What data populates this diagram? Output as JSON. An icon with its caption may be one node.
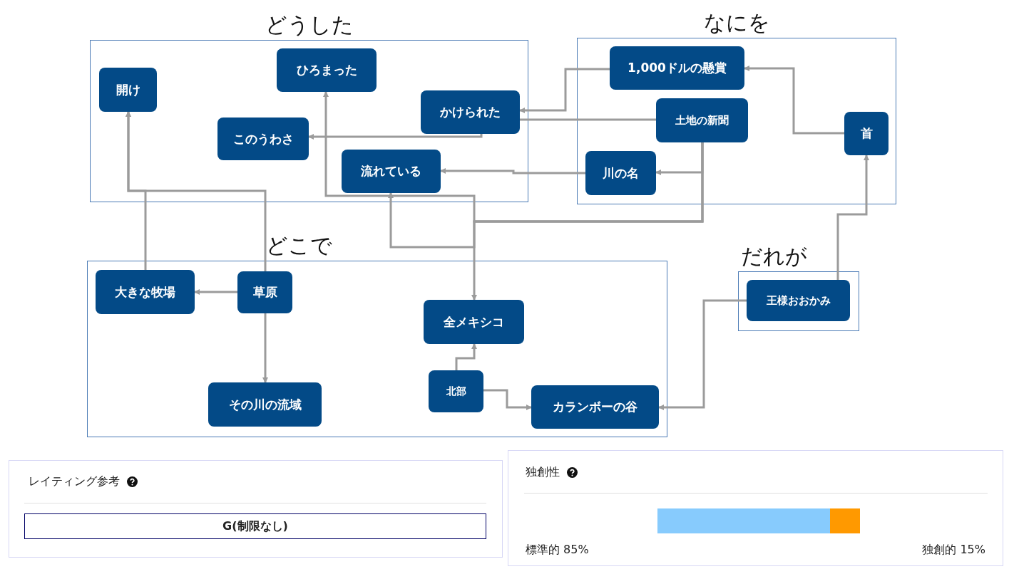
{
  "diagram": {
    "nodes": [
      {
        "text": [
          "どうした"
        ]
      },
      {
        "text": [
          "開け"
        ],
        "in": 0
      },
      {
        "text": [
          "ひろまった"
        ],
        "in": 0
      },
      {
        "text": [
          "かけられた"
        ],
        "in": 0
      },
      {
        "text": [
          "このうわさ"
        ],
        "in": 0
      },
      {
        "text": [
          "流れている"
        ],
        "in": 0
      },
      {
        "text": [
          "なにを"
        ]
      },
      {
        "text": [
          "1,000ドルの懸賞"
        ],
        "in": 6
      },
      {
        "text": [
          "土地の新聞"
        ],
        "in": 6
      },
      {
        "text": [
          "川の名"
        ],
        "in": 6
      },
      {
        "text": [
          "首"
        ],
        "in": 6
      },
      {
        "text": [
          "どこで"
        ]
      },
      {
        "text": [
          "大きな牧場"
        ],
        "in": 11
      },
      {
        "text": [
          "草原"
        ],
        "in": 11
      },
      {
        "text": [
          "全メキシコ"
        ],
        "in": 11
      },
      {
        "text": [
          "北部"
        ],
        "in": 11
      },
      {
        "text": [
          "その川の流域"
        ],
        "in": 11
      },
      {
        "text": [
          "カランボーの谷"
        ],
        "in": 11
      },
      {
        "text": [
          "だれが"
        ]
      },
      {
        "text": [
          "王様おおかみ"
        ],
        "in": 18
      }
    ],
    "edges": [
      {
        "from": 7,
        "to": 3,
        "arrow": "to"
      },
      {
        "from": 10,
        "to": 7,
        "arrow": "to"
      },
      {
        "from": 19,
        "to": 10,
        "arrow": "to"
      },
      {
        "from": 19,
        "to": 17,
        "arrow": "to"
      },
      {
        "from": 8,
        "to": 3,
        "arrow": "none"
      },
      {
        "from": 3,
        "to": 4,
        "arrow": "to"
      },
      {
        "from": 8,
        "to": 9,
        "arrow": "to"
      },
      {
        "from": 8,
        "to": 14,
        "arrow": "to"
      },
      {
        "from": 8,
        "to": 2,
        "arrow": "to"
      },
      {
        "from": 8,
        "to": 5,
        "arrow": "to"
      },
      {
        "from": 9,
        "to": 5,
        "arrow": "to"
      },
      {
        "from": 13,
        "to": 12,
        "arrow": "to"
      },
      {
        "from": 13,
        "to": 16,
        "arrow": "to"
      },
      {
        "from": 13,
        "to": 1,
        "arrow": "to"
      },
      {
        "from": 12,
        "to": 1,
        "arrow": "to"
      },
      {
        "from": 15,
        "to": 14,
        "arrow": "to"
      },
      {
        "from": 15,
        "to": 17,
        "arrow": "to"
      }
    ],
    "labels": [
      "レイティング参考",
      "G(制限なし)",
      "独創性",
      "標準的 85%",
      "独創的 15%"
    ]
  }
}
